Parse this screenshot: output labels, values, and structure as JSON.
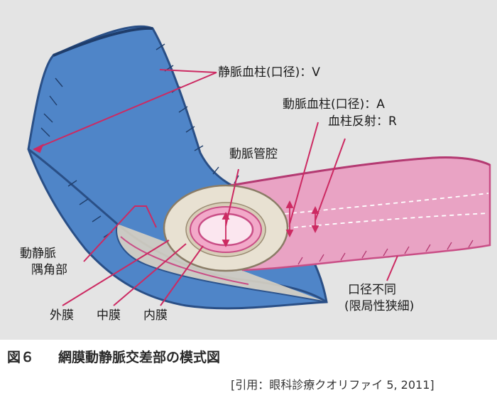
{
  "labels": {
    "vein_column": "静脈血柱(口径)：V",
    "artery_column": "動脈血柱(口径)：A",
    "column_reflex": "血柱反射：R",
    "artery_lumen": "動脈管腔",
    "av_angle_line1": "動静脈",
    "av_angle_line2": "隅角部",
    "caliber_line1": "口径不同",
    "caliber_line2": "(限局性狭細)",
    "adventitia": "外膜",
    "media": "中膜",
    "intima": "内膜"
  },
  "caption": {
    "figure_no": "図６",
    "title": "網膜動静脈交差部の模式図"
  },
  "source": "[引用：眼科診療クオリファイ 5, 2011]",
  "colors": {
    "background": "#e4e4e4",
    "vein": "#4f85c8",
    "vein_dark": "#2a4f86",
    "artery": "#e9a3c4",
    "artery_dark": "#c94e86",
    "wall": "#e8e1d2",
    "pointer": "#cc2a62"
  }
}
